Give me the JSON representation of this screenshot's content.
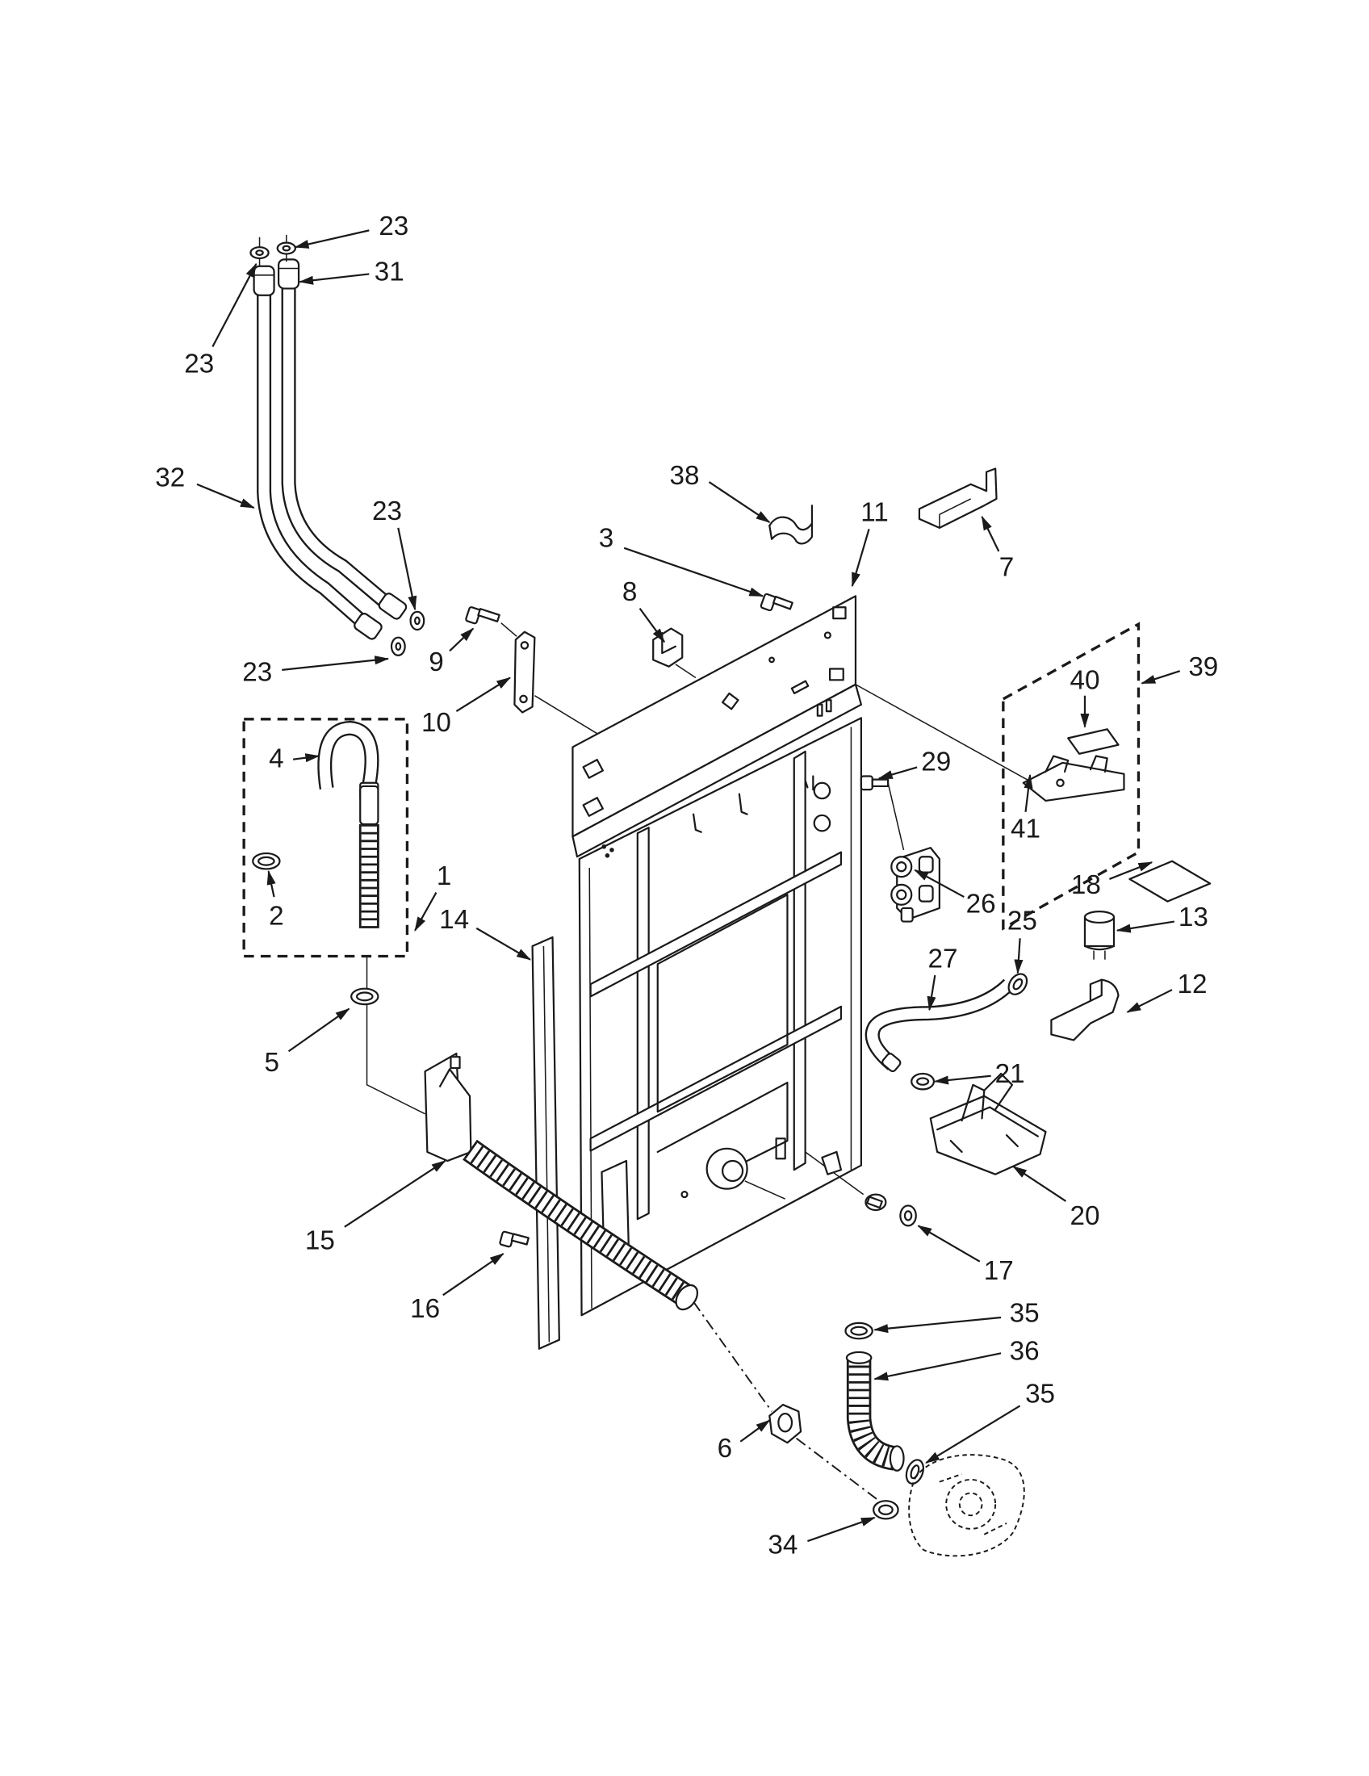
{
  "callouts": [
    "23",
    "31",
    "23",
    "32",
    "23",
    "9",
    "23",
    "10",
    "4",
    "2",
    "1",
    "14",
    "5",
    "15",
    "16",
    "38",
    "11",
    "3",
    "8",
    "7",
    "39",
    "40",
    "29",
    "41",
    "18",
    "26",
    "25",
    "13",
    "27",
    "12",
    "21",
    "20",
    "17",
    "35",
    "36",
    "35",
    "6",
    "34"
  ],
  "colors": {
    "ink": "#1a1a1a",
    "paper": "#ffffff"
  }
}
